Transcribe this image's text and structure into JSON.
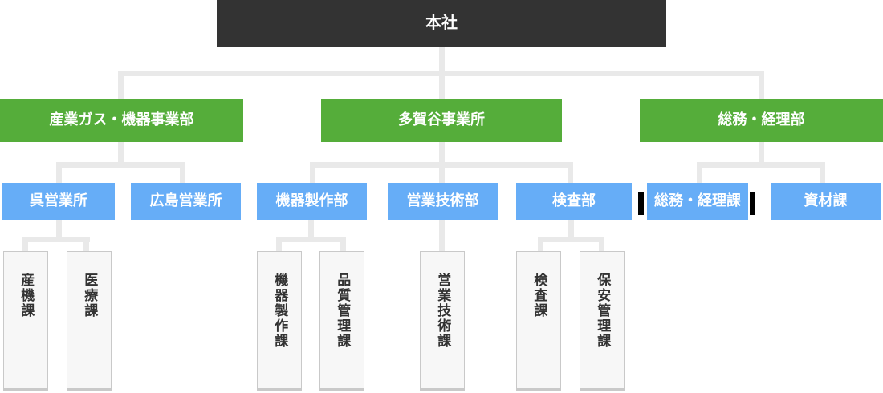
{
  "org_chart": {
    "type": "organization-chart",
    "root": {
      "label": "本社"
    },
    "divisions": [
      {
        "label": "産業ガス・機器事業部",
        "children": [
          {
            "label": "呉営業所",
            "children": [
              {
                "label": "産機課"
              },
              {
                "label": "医療課"
              }
            ]
          },
          {
            "label": "広島営業所",
            "children": []
          }
        ]
      },
      {
        "label": "多賀谷事業所",
        "children": [
          {
            "label": "機器製作部",
            "children": [
              {
                "label": "機器製作課"
              },
              {
                "label": "品質管理課"
              }
            ]
          },
          {
            "label": "営業技術部",
            "children": [
              {
                "label": "営業技術課"
              }
            ]
          },
          {
            "label": "検査部",
            "children": [
              {
                "label": "検査課"
              },
              {
                "label": "保安管理課"
              }
            ]
          }
        ]
      },
      {
        "label": "総務・経理部",
        "children": [
          {
            "label": "総務・経理課",
            "children": []
          },
          {
            "label": "資材課",
            "children": []
          }
        ]
      }
    ],
    "colors": {
      "root_bg": "#333333",
      "division_bg": "#55ad3a",
      "department_bg": "#66adf7",
      "section_bg": "#f7f7f7",
      "section_border": "#c9c9c9",
      "connector": "#e9e9e9",
      "accent_bar": "#000000"
    }
  }
}
